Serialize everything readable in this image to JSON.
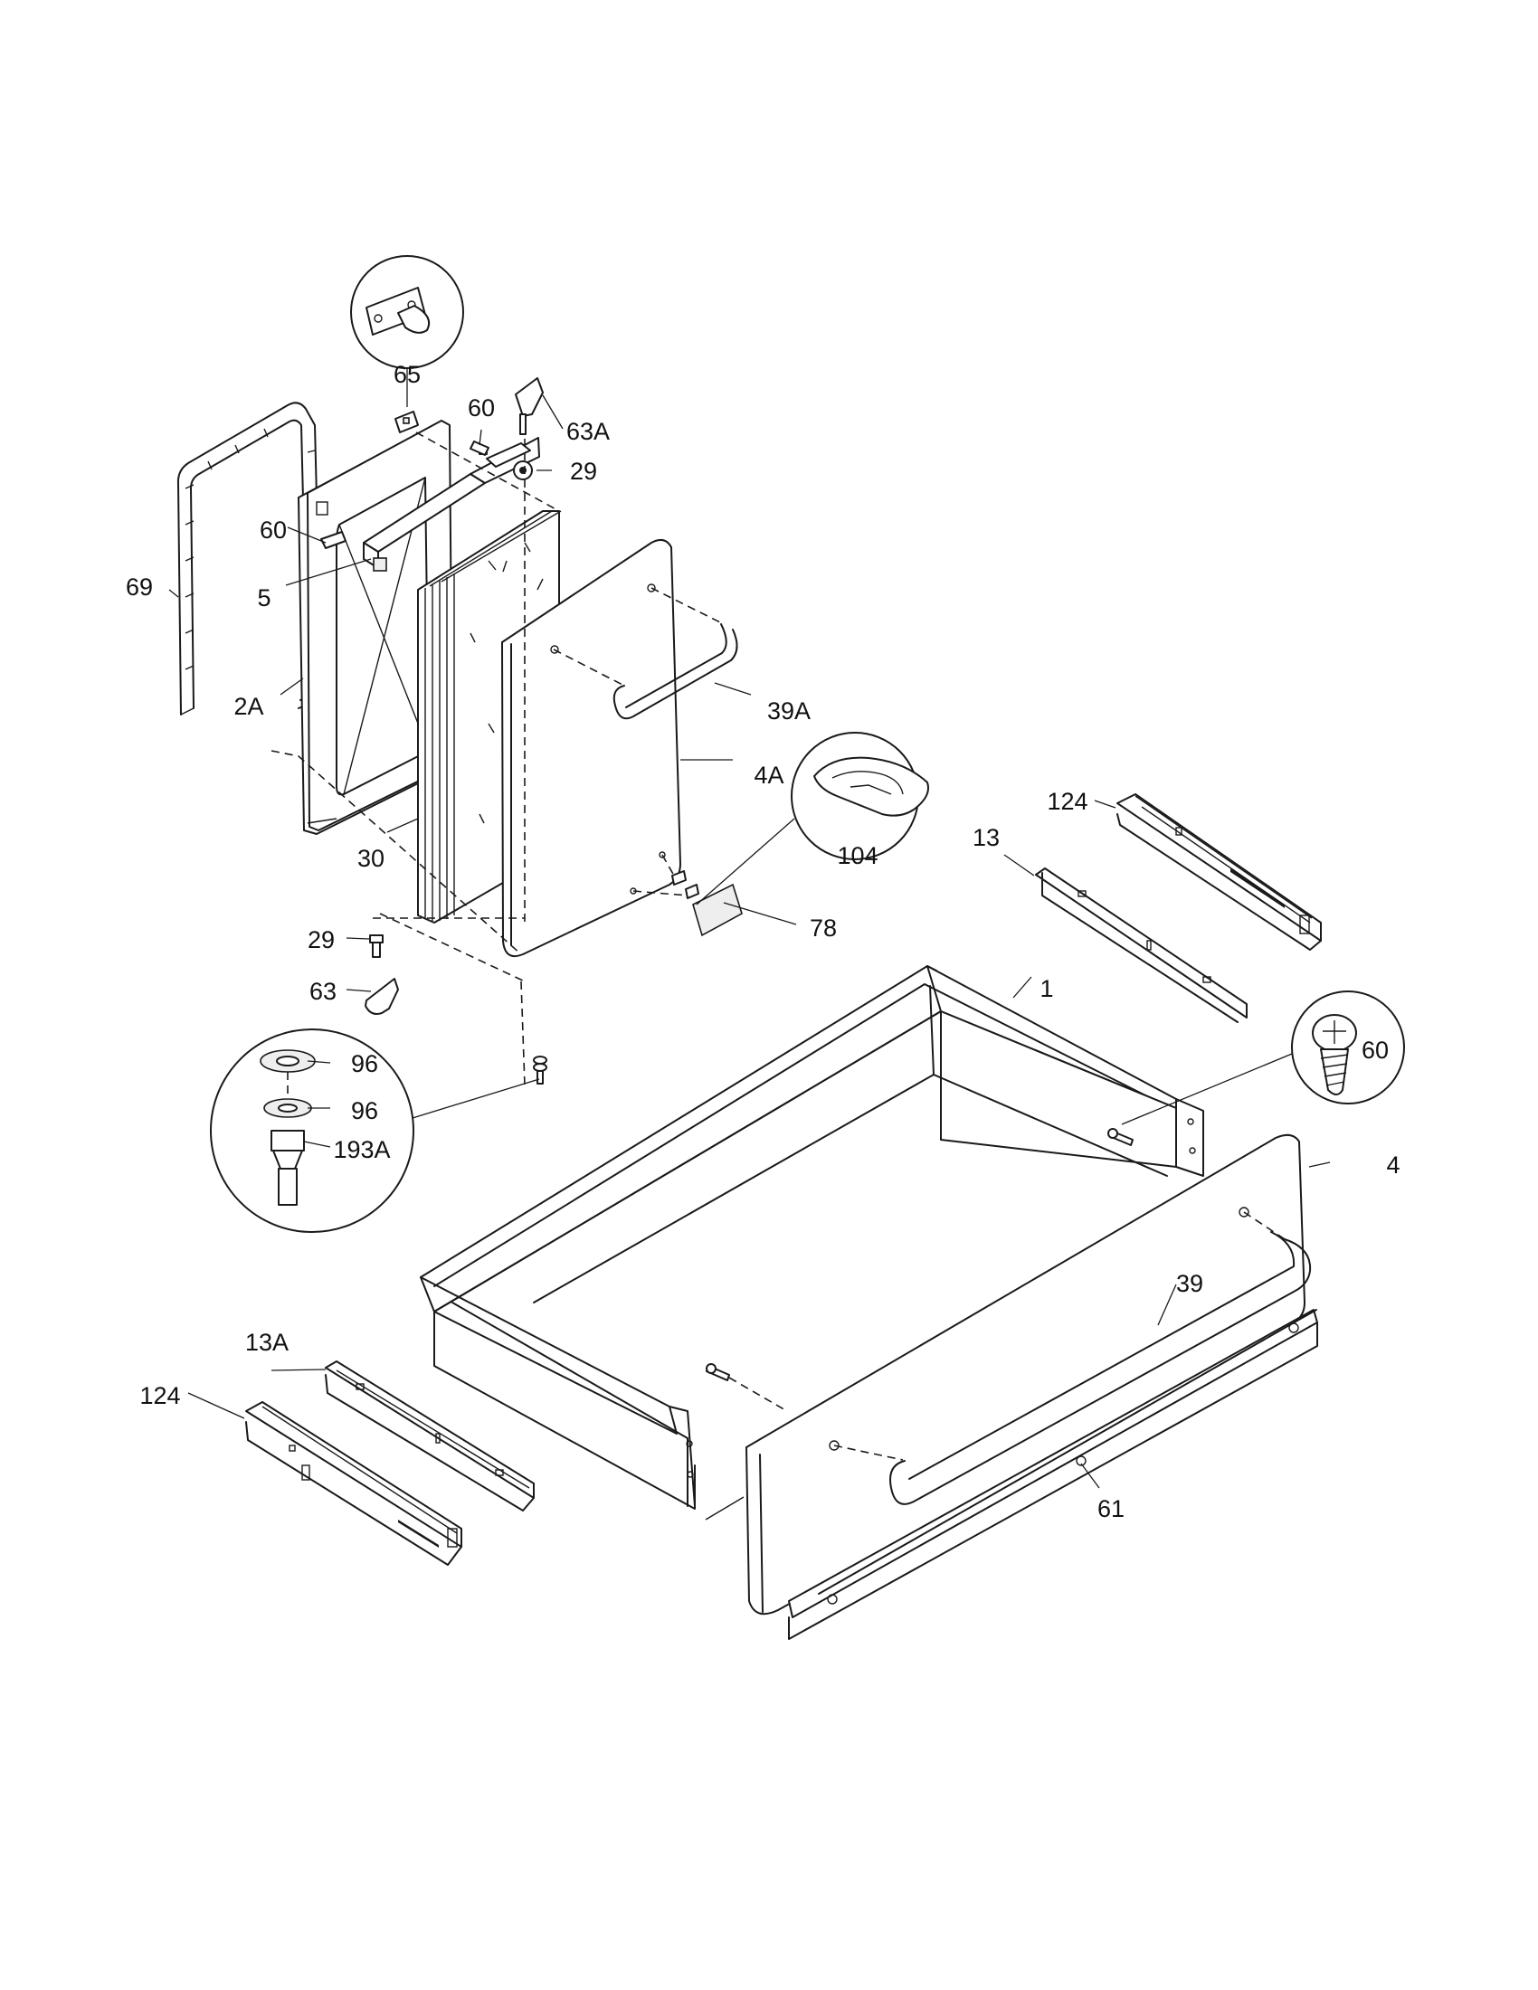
{
  "callouts": [
    {
      "id": "c65",
      "label": "65"
    },
    {
      "id": "c60a",
      "label": "60"
    },
    {
      "id": "c63A",
      "label": "63A"
    },
    {
      "id": "c29a",
      "label": "29"
    },
    {
      "id": "c60b",
      "label": "60"
    },
    {
      "id": "c5",
      "label": "5"
    },
    {
      "id": "c69",
      "label": "69"
    },
    {
      "id": "c2A",
      "label": "2A"
    },
    {
      "id": "c39A",
      "label": "39A"
    },
    {
      "id": "c4A",
      "label": "4A"
    },
    {
      "id": "c104",
      "label": "104"
    },
    {
      "id": "c30",
      "label": "30"
    },
    {
      "id": "c78",
      "label": "78"
    },
    {
      "id": "c124a",
      "label": "124"
    },
    {
      "id": "c13",
      "label": "13"
    },
    {
      "id": "c1",
      "label": "1"
    },
    {
      "id": "c29b",
      "label": "29"
    },
    {
      "id": "c63",
      "label": "63"
    },
    {
      "id": "c96a",
      "label": "96"
    },
    {
      "id": "c96b",
      "label": "96"
    },
    {
      "id": "c193A",
      "label": "193A"
    },
    {
      "id": "c60c",
      "label": "60"
    },
    {
      "id": "c4",
      "label": "4"
    },
    {
      "id": "c39",
      "label": "39"
    },
    {
      "id": "c13A",
      "label": "13A"
    },
    {
      "id": "c124b",
      "label": "124"
    },
    {
      "id": "c61",
      "label": "61"
    }
  ]
}
